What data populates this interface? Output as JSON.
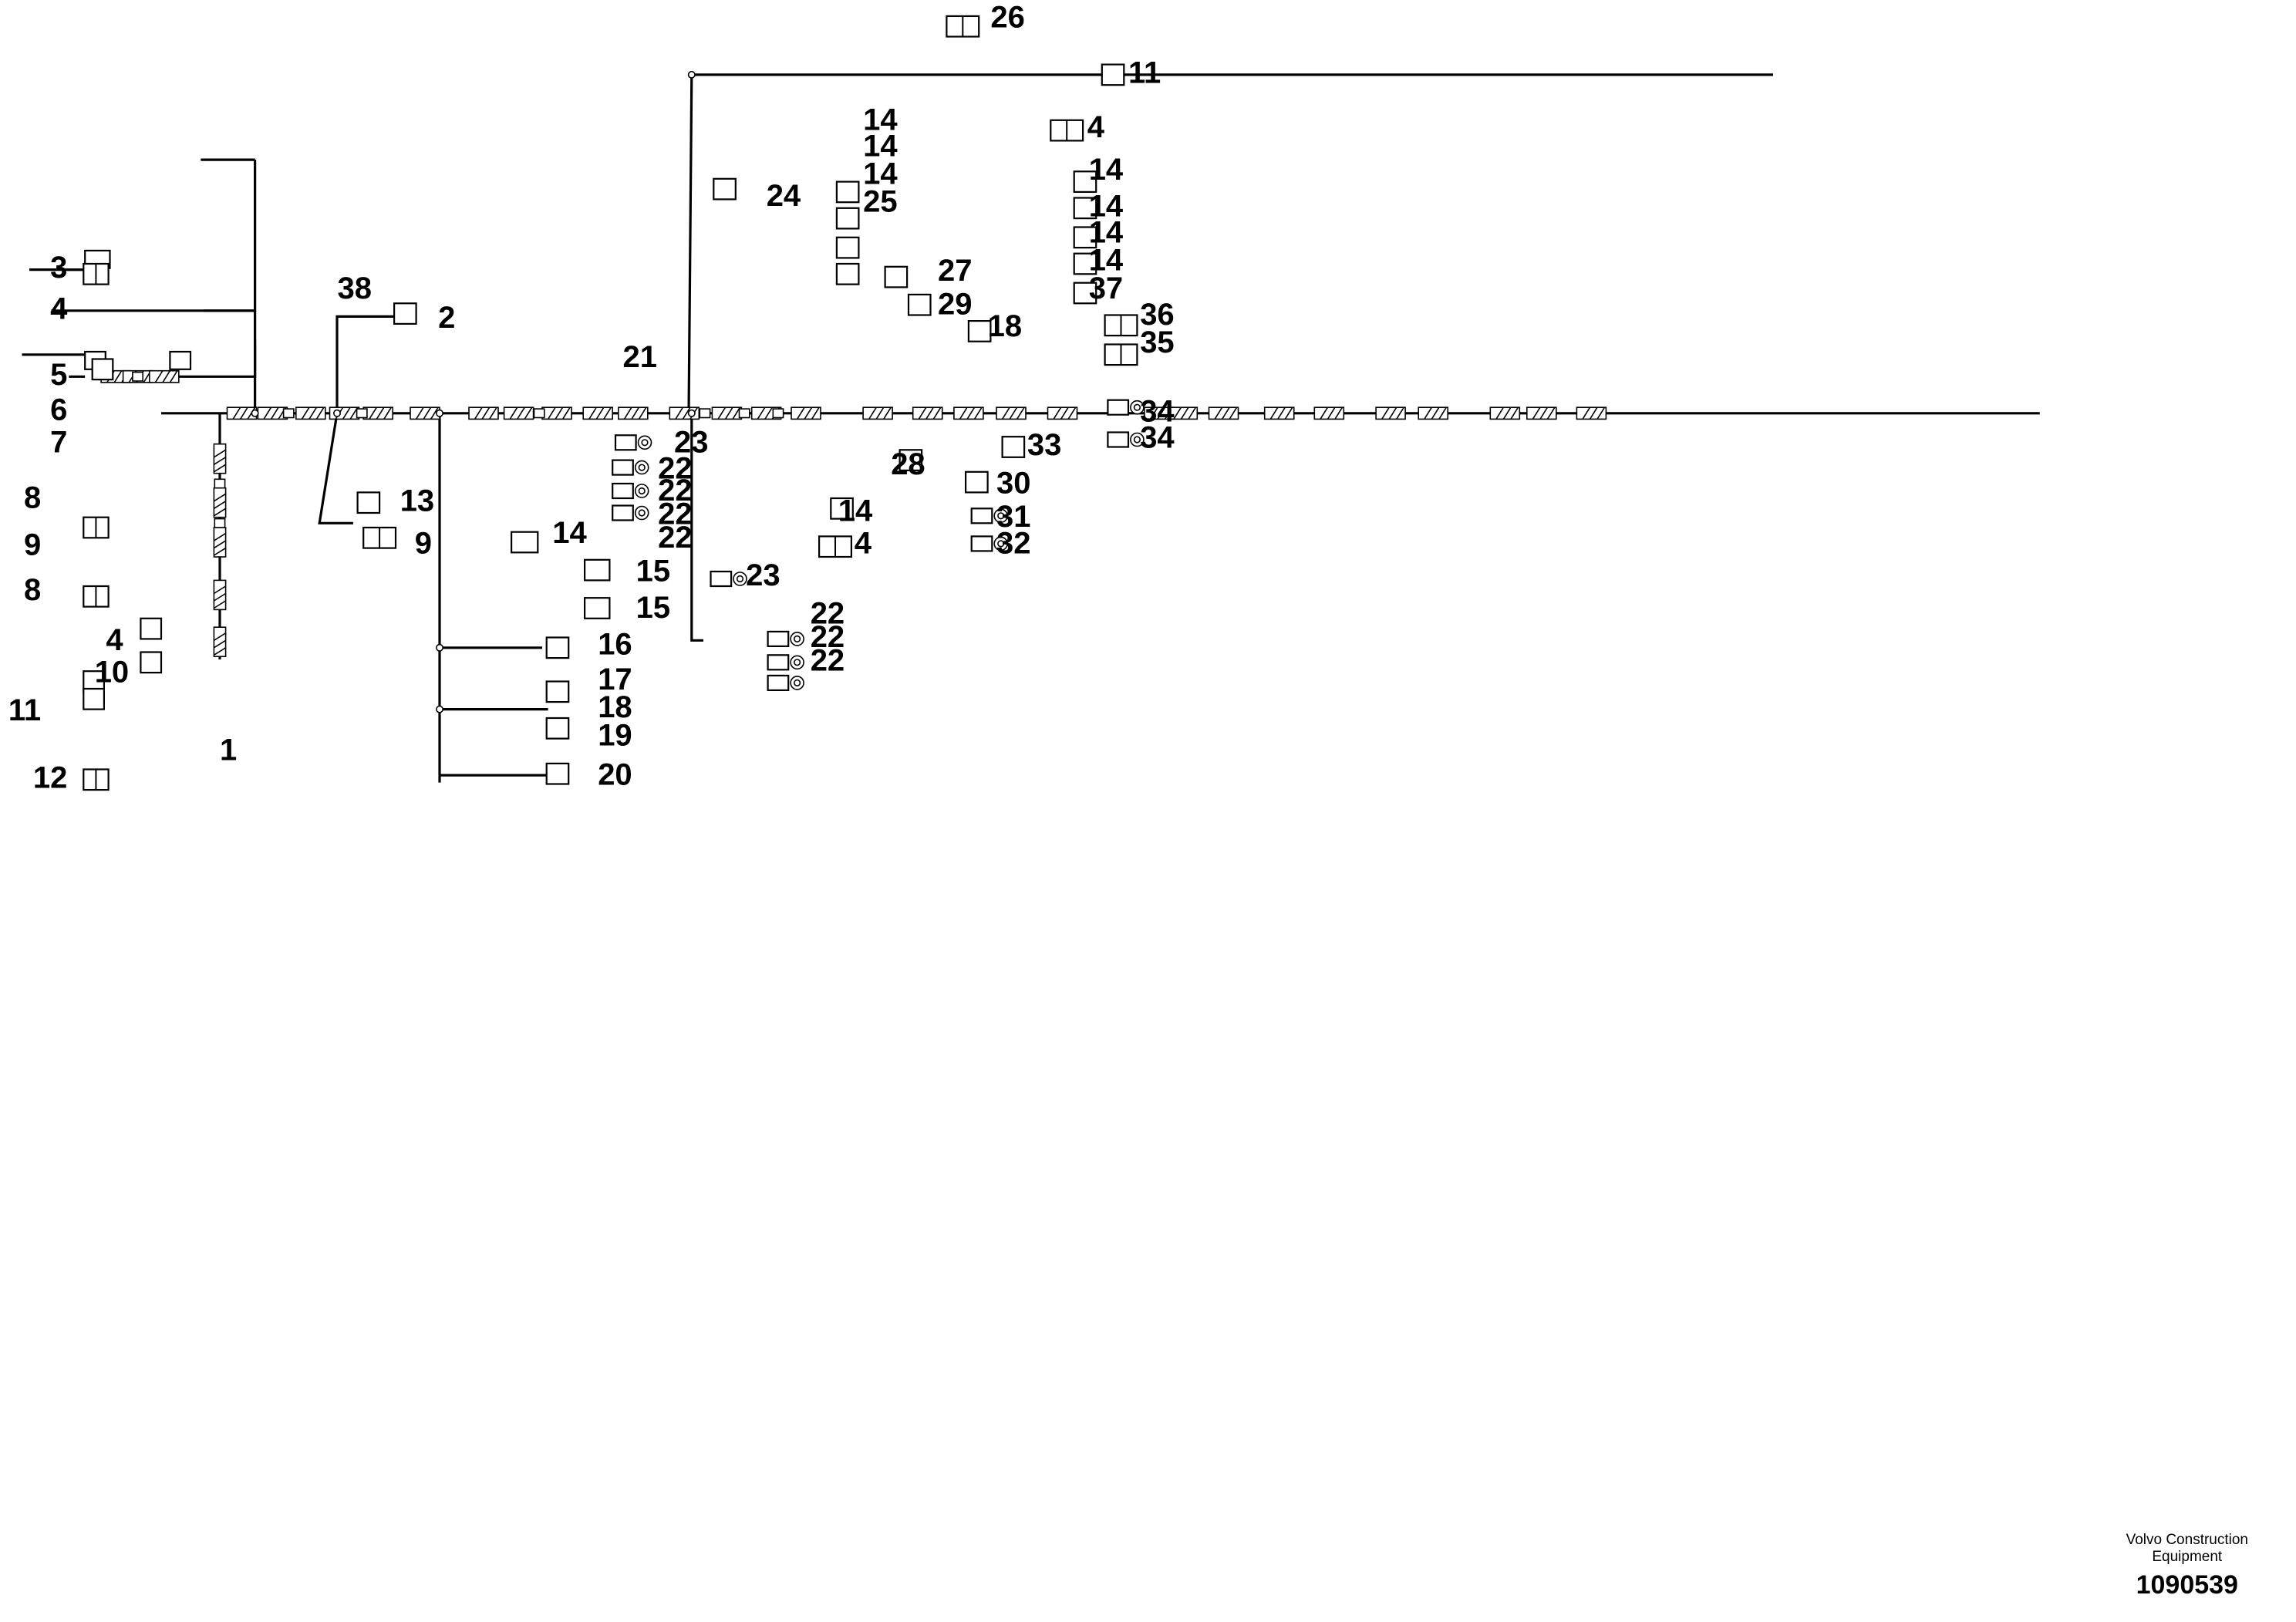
{
  "diagram_title": "",
  "footer": {
    "company": "Volvo Construction\nEquipment",
    "document_number": "1090539"
  },
  "part_labels": [
    "1",
    "2",
    "3",
    "4",
    "5",
    "6",
    "7",
    "8",
    "9",
    "10",
    "11",
    "12",
    "13",
    "14",
    "15",
    "16",
    "17",
    "18",
    "19",
    "20",
    "21",
    "22",
    "23",
    "24",
    "25",
    "26",
    "27",
    "28",
    "29",
    "30",
    "31",
    "32",
    "33",
    "34",
    "35",
    "36",
    "37",
    "38"
  ],
  "callouts": [
    {
      "ref": "3"
    },
    {
      "ref": "4"
    },
    {
      "ref": "5"
    },
    {
      "ref": "6"
    },
    {
      "ref": "7"
    },
    {
      "ref": "8"
    },
    {
      "ref": "9"
    },
    {
      "ref": "8"
    },
    {
      "ref": "4"
    },
    {
      "ref": "10"
    },
    {
      "ref": "11"
    },
    {
      "ref": "12"
    },
    {
      "ref": "1"
    },
    {
      "ref": "38"
    },
    {
      "ref": "2"
    },
    {
      "ref": "13"
    },
    {
      "ref": "9"
    },
    {
      "ref": "21"
    },
    {
      "ref": "14"
    },
    {
      "ref": "15"
    },
    {
      "ref": "15"
    },
    {
      "ref": "16"
    },
    {
      "ref": "17"
    },
    {
      "ref": "18"
    },
    {
      "ref": "19"
    },
    {
      "ref": "20"
    },
    {
      "ref": "22"
    },
    {
      "ref": "22"
    },
    {
      "ref": "22"
    },
    {
      "ref": "22"
    },
    {
      "ref": "23"
    },
    {
      "ref": "23"
    },
    {
      "ref": "22"
    },
    {
      "ref": "22"
    },
    {
      "ref": "22"
    },
    {
      "ref": "24"
    },
    {
      "ref": "14"
    },
    {
      "ref": "14"
    },
    {
      "ref": "14"
    },
    {
      "ref": "25"
    },
    {
      "ref": "26"
    },
    {
      "ref": "11"
    },
    {
      "ref": "4"
    },
    {
      "ref": "14"
    },
    {
      "ref": "14"
    },
    {
      "ref": "14"
    },
    {
      "ref": "14"
    },
    {
      "ref": "37"
    },
    {
      "ref": "27"
    },
    {
      "ref": "29"
    },
    {
      "ref": "18"
    },
    {
      "ref": "36"
    },
    {
      "ref": "35"
    },
    {
      "ref": "34"
    },
    {
      "ref": "34"
    },
    {
      "ref": "33"
    },
    {
      "ref": "28"
    },
    {
      "ref": "14"
    },
    {
      "ref": "4"
    },
    {
      "ref": "30"
    },
    {
      "ref": "31"
    },
    {
      "ref": "32"
    }
  ]
}
